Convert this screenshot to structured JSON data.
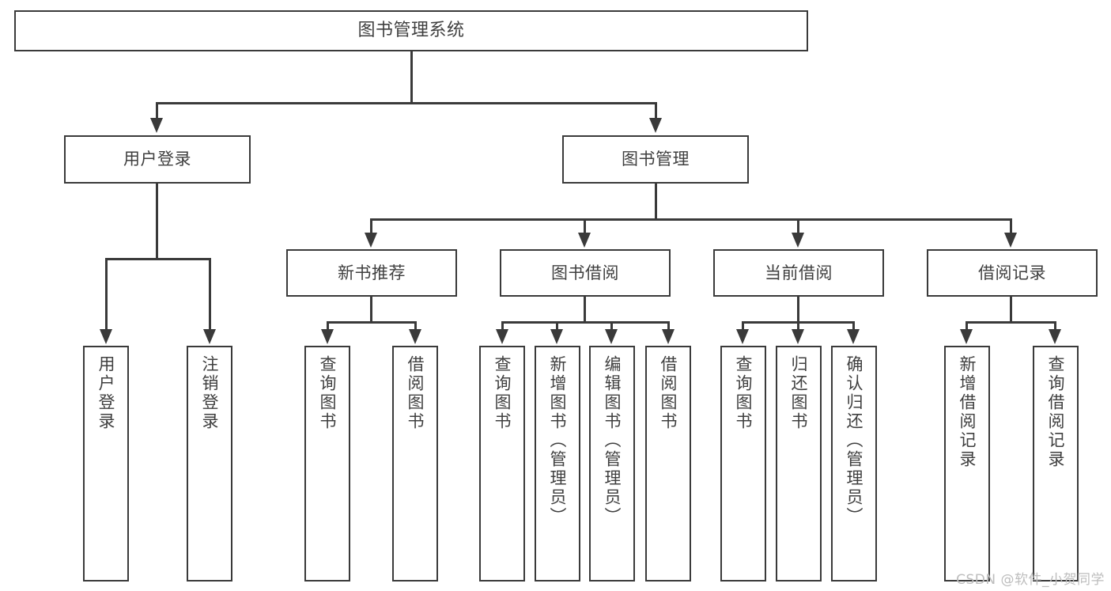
{
  "diagram": {
    "title": "图书管理系统",
    "type": "tree",
    "watermark": "CSDN @软件_小贺同学",
    "colors": {
      "box_border": "#3a3a3a",
      "box_fill": "#ffffff",
      "text": "#3f3f3f",
      "connector": "#3a3a3a",
      "watermark": "#bdbdbd",
      "background": "#ffffff"
    },
    "nodes": {
      "root": {
        "label": "图书管理系统"
      },
      "level2": [
        {
          "id": "user-login",
          "label": "用户登录"
        },
        {
          "id": "book-management",
          "label": "图书管理"
        }
      ],
      "level3": [
        {
          "id": "new-book-recommend",
          "label": "新书推荐"
        },
        {
          "id": "book-borrow",
          "label": "图书借阅"
        },
        {
          "id": "current-borrow",
          "label": "当前借阅"
        },
        {
          "id": "borrow-record",
          "label": "借阅记录"
        }
      ],
      "leaves": {
        "user-login": [
          {
            "id": "leaf-user-login",
            "label": "用户登录"
          },
          {
            "id": "leaf-user-logout",
            "label": "注销登录"
          }
        ],
        "new-book-recommend": [
          {
            "id": "leaf-query-book-1",
            "label": "查询图书"
          },
          {
            "id": "leaf-borrow-book-1",
            "label": "借阅图书"
          }
        ],
        "book-borrow": [
          {
            "id": "leaf-query-book-2",
            "label": "查询图书"
          },
          {
            "id": "leaf-add-book",
            "label": "新增图书（管理员）"
          },
          {
            "id": "leaf-edit-book",
            "label": "编辑图书（管理员）"
          },
          {
            "id": "leaf-borrow-book-2",
            "label": "借阅图书"
          }
        ],
        "current-borrow": [
          {
            "id": "leaf-query-book-3",
            "label": "查询图书"
          },
          {
            "id": "leaf-return-book",
            "label": "归还图书"
          },
          {
            "id": "leaf-confirm-return",
            "label": "确认归还（管理员）"
          }
        ],
        "borrow-record": [
          {
            "id": "leaf-add-record",
            "label": "新增借阅记录"
          },
          {
            "id": "leaf-query-record",
            "label": "查询借阅记录"
          }
        ]
      }
    }
  }
}
